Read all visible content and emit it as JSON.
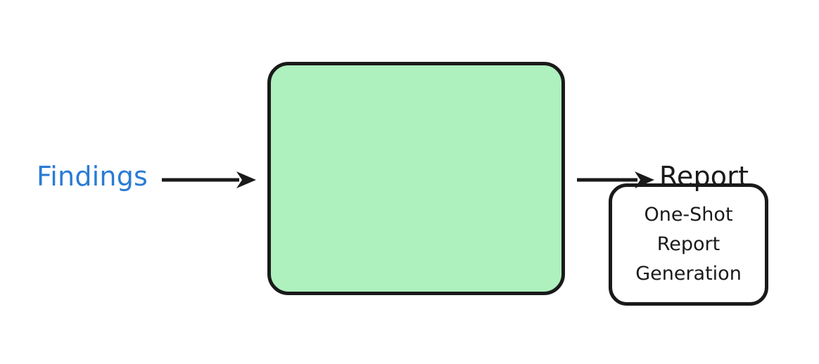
{
  "diagram": {
    "type": "flow",
    "background_color": "#ffffff",
    "input": {
      "label": "Findings",
      "color": "#2a7bd4"
    },
    "output": {
      "label": "Report",
      "color": "#1a1a1a"
    },
    "arrows": [
      {
        "name": "input-arrow",
        "from": "Findings",
        "to": "process-box",
        "color": "#1a1a1a"
      },
      {
        "name": "output-arrow",
        "from": "process-box",
        "to": "Report",
        "color": "#1a1a1a"
      }
    ],
    "process_box": {
      "fill_color": "#aef0be",
      "border_color": "#1a1a1a",
      "step": {
        "fill_color": "#ffffff",
        "border_color": "#1a1a1a",
        "lines": [
          "One-Shot",
          "Report",
          "Generation"
        ],
        "text_color": "#1a1a1a"
      }
    }
  }
}
